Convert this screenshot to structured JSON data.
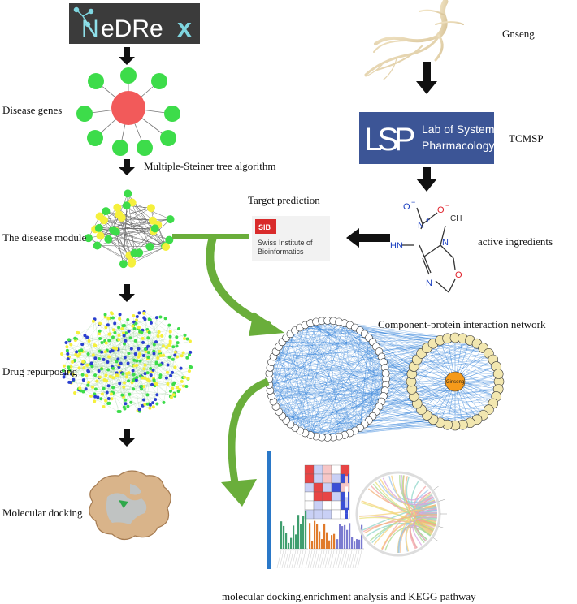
{
  "labels": {
    "disease_genes": "Disease genes",
    "steiner": "Multiple-Steiner tree algorithm",
    "disease_module": "The disease module",
    "drug_repurposing": "Drug repurposing",
    "molecular_docking": "Molecular docking",
    "ginseng": "Gnseng",
    "tcmsp": "TCMSP",
    "target_prediction": "Target prediction",
    "active_ingredients": "active ingredients",
    "cpi_network": "Component-protein interaction network",
    "bottom": "molecular docking,enrichment analysis and KEGG pathway"
  },
  "logos": {
    "nedrex": {
      "n": "N",
      "rest": "eDRe",
      "x": "x"
    },
    "lsp": {
      "mark": "LSP",
      "line1": "Lab of Systems",
      "line2": "Pharmacology"
    },
    "sib": {
      "badge": "SIB",
      "line1": "Swiss Institute of",
      "line2": "Bioinformatics"
    }
  },
  "network": {
    "center_label": "Ginseng"
  },
  "molecule": {
    "n": "N",
    "o": "O",
    "hn": "HN",
    "ch3": "CH",
    "plus": "+",
    "minus": "−"
  },
  "colors": {
    "green_node": "#3ddc4a",
    "red_node": "#f25a5a",
    "yellow_node": "#f5f03c",
    "blue_node": "#2a3fd0",
    "arrow_green": "#6aae3b",
    "lsp_bg": "#3c5596",
    "network_edge": "#2f7fd8"
  }
}
